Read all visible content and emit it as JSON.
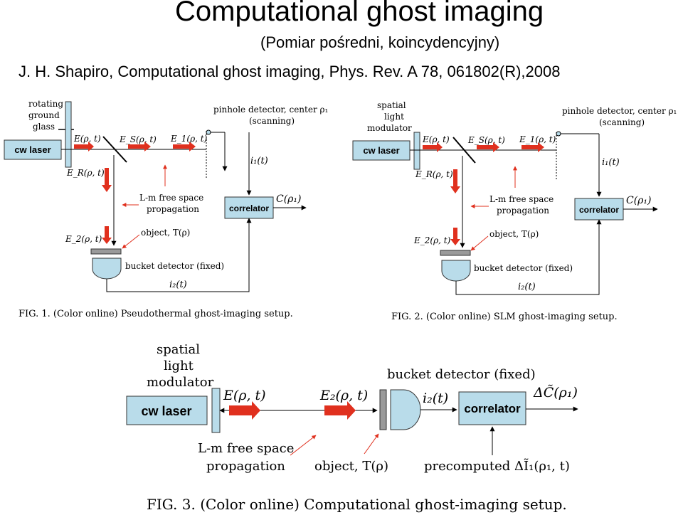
{
  "header": {
    "title": "Computational ghost imaging",
    "subtitle": "(Pomiar pośredni, koincydencyjny)",
    "citation": "J. H. Shapiro, Computational ghost imaging, Phys. Rev. A 78, 061802(R),2008"
  },
  "fig1": {
    "rotating_1": "rotating",
    "rotating_2": "ground",
    "rotating_3": "glass",
    "cw_laser": "cw laser",
    "e_field": "E(ρ, t)",
    "e_s": "E_S(ρ, t)",
    "e_1": "E_1(ρ, t)",
    "e_r": "E_R(ρ, t)",
    "e_2": "E_2(ρ, t)",
    "pinhole_1": "pinhole detector, center ρ₁",
    "pinhole_2": "(scanning)",
    "i1": "i₁(t)",
    "c_rho": "C(ρ₁)",
    "correlator": "correlator",
    "free_space_1": "L-m free space",
    "free_space_2": "propagation",
    "object": "object, T(ρ)",
    "bucket": "bucket detector (fixed)",
    "i2": "i₂(t)",
    "caption": "FIG. 1.  (Color online) Pseudothermal ghost-imaging setup."
  },
  "fig2": {
    "slm_1": "spatial",
    "slm_2": "light",
    "slm_3": "modulator",
    "cw_laser": "cw laser",
    "e_field": "E(ρ, t)",
    "e_s": "E_S(ρ, t)",
    "e_1": "E_1(ρ, t)",
    "e_r": "E_R(ρ, t)",
    "e_2": "E_2(ρ, t)",
    "pinhole_1": "pinhole detector, center ρ₁",
    "pinhole_2": "(scanning)",
    "i1": "i₁(t)",
    "c_rho": "C(ρ₁)",
    "correlator": "correlator",
    "free_space_1": "L-m free space",
    "free_space_2": "propagation",
    "object": "object, T(ρ)",
    "bucket": "bucket detector (fixed)",
    "i2": "i₂(t)",
    "caption": "FIG. 2.  (Color online) SLM ghost-imaging setup."
  },
  "fig3": {
    "slm_1": "spatial",
    "slm_2": "light",
    "slm_3": "modulator",
    "cw_laser": "cw laser",
    "e_field": "E(ρ, t)",
    "e_2": "E₂(ρ, t)",
    "bucket": "bucket detector (fixed)",
    "i2": "i₂(t)",
    "correlator": "correlator",
    "delta_c": "ΔC̃(ρ₁)",
    "free_space_1": "L-m free space",
    "free_space_2": "propagation",
    "object": "object, T(ρ)",
    "precomputed": "precomputed ΔĨ₁(ρ₁, t)",
    "caption": "FIG. 3.  (Color online) Computational ghost-imaging setup."
  },
  "colors": {
    "box_fill": "#b9dcea",
    "arrow_red": "#e0301e",
    "gray_block": "#9a9a9a"
  }
}
